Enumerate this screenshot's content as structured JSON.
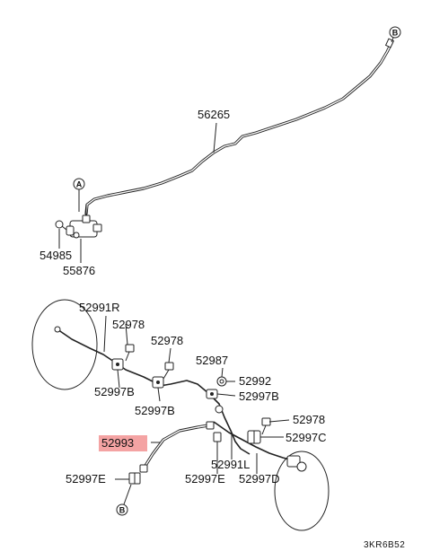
{
  "colors": {
    "highlight": "#f4a3a3",
    "ink": "#222222",
    "background": "#ffffff"
  },
  "callouts": {
    "a": "A",
    "b": "B"
  },
  "labels": {
    "p56265": "56265",
    "p54985": "54985",
    "p55876": "55876",
    "p52991r": "52991R",
    "p52978a": "52978",
    "p52978b": "52978",
    "p52997b_left": "52997B",
    "p52987": "52987",
    "p52992": "52992",
    "p52997b_mid": "52997B",
    "p52997b_low": "52997B",
    "p52978c": "52978",
    "p52993": "52993",
    "p52997c": "52997C",
    "p52991l": "52991L",
    "p52997e_left": "52997E",
    "p52997e_mid": "52997E",
    "p52997d": "52997D"
  },
  "highlighted_part": "52993",
  "drawing_code": "3KR6B52"
}
